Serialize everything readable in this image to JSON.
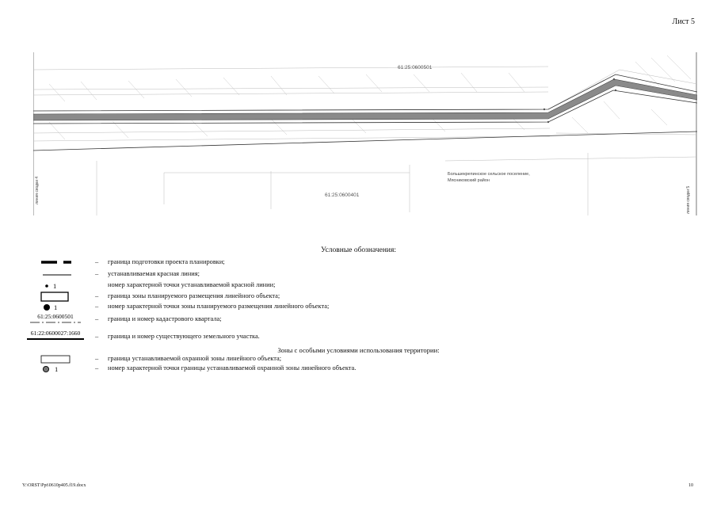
{
  "header": {
    "sheet": "Лист 5"
  },
  "map": {
    "quarter_top": "61:25:0600501",
    "quarter_bottom": "61:25:0600401",
    "settlement_line1": "Большекрепинское сельское поселение,",
    "settlement_line2": "Мясниковский район",
    "left_vertical": "линия сводки 4",
    "right_vertical": "линия сводки 5"
  },
  "legend": {
    "title": "Условные обозначения:",
    "dash": "–",
    "items": [
      {
        "symbol": "thick-dashed-line",
        "text": "граница подготовки проекта планировки;"
      },
      {
        "symbol": "thin-line",
        "text": "устанавливаемая красная линия;"
      },
      {
        "symbol": "dot-number",
        "symbol_label": "1",
        "text": "номер характерной точки устанавливаемой красной линии;"
      },
      {
        "symbol": "rectangle",
        "text": "граница зоны планируемого размещения линейного объекта;"
      },
      {
        "symbol": "big-dot-number",
        "symbol_label": "1",
        "text": "номер характерной точки зоны планируемого размещения линейного объекта;"
      },
      {
        "symbol": "quarter-label",
        "symbol_label": "61:25:0600501",
        "text": "граница и номер кадастрового квартала;"
      },
      {
        "symbol": "parcel-label",
        "symbol_label": "61:22:0600027:1660",
        "text": "граница и номер существующего земельного участка."
      }
    ],
    "zones_title": "Зоны с особыми условиями использования территории:",
    "zone_items": [
      {
        "symbol": "rectangle-thin",
        "text": "граница устанавливаемой охранной зоны линейного объекта;"
      },
      {
        "symbol": "grey-dot-number",
        "symbol_label": "1",
        "text": "номер характерной точки границы устанавливаемой охранной зоны линейного объекта."
      }
    ]
  },
  "footer": {
    "path": "Y:\\ORST\\Ppt\\0610p405.f19.docx",
    "page": "10"
  }
}
